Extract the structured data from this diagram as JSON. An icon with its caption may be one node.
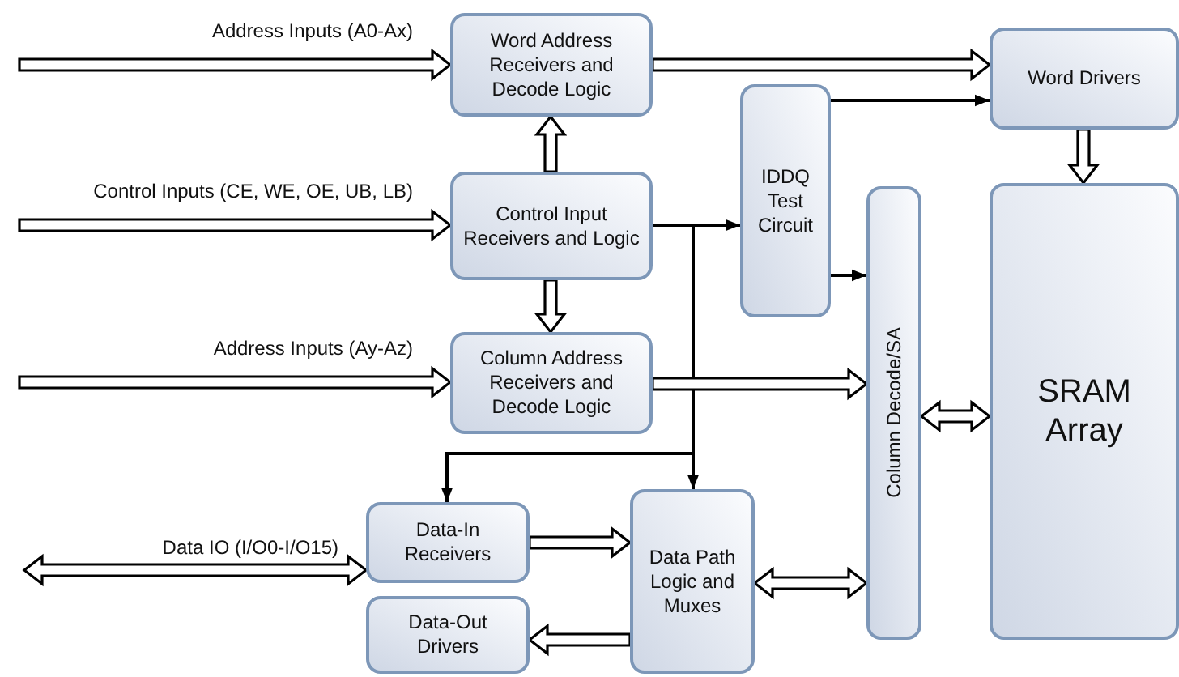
{
  "diagram": {
    "nodes": [
      {
        "text": [
          "Word Address Receivers and Decode Logic"
        ]
      },
      {
        "text": [
          "Word Drivers"
        ]
      },
      {
        "text": [
          "IDDQ Test Circuit"
        ]
      },
      {
        "text": [
          "Control Input Receivers and Logic"
        ]
      },
      {
        "text": [
          "Column Decode/SA"
        ]
      },
      {
        "text": [
          "SRAM Array"
        ]
      },
      {
        "text": [
          "Column Address Receivers and Decode Logic"
        ]
      },
      {
        "text": [
          "Data-In Receivers"
        ]
      },
      {
        "text": [
          "Data Path Logic and Muxes"
        ]
      },
      {
        "text": [
          "Data-Out Drivers"
        ]
      }
    ],
    "edges": [
      {
        "from": null,
        "to": 0,
        "arrow": "to",
        "label": "Address Inputs (A0-Ax)",
        "style": "thick"
      },
      {
        "from": null,
        "to": 3,
        "arrow": "to",
        "label": "Control Inputs (CE, WE, OE, UB, LB)",
        "style": "thick"
      },
      {
        "from": null,
        "to": 6,
        "arrow": "to",
        "label": "Address Inputs (Ay-Az)",
        "style": "thick"
      },
      {
        "from": null,
        "to": 7,
        "arrow": "both",
        "label": "Data IO (I/O0-I/O15)",
        "style": "thick"
      },
      {
        "from": 3,
        "to": 0,
        "arrow": "to",
        "style": "thick"
      },
      {
        "from": 3,
        "to": 6,
        "arrow": "to",
        "style": "thick"
      },
      {
        "from": 0,
        "to": 1,
        "arrow": "to",
        "style": "thick"
      },
      {
        "from": 2,
        "to": 1,
        "arrow": "to"
      },
      {
        "from": 3,
        "to": 2,
        "arrow": "to"
      },
      {
        "from": 3,
        "to": 7,
        "arrow": "to"
      },
      {
        "from": 3,
        "to": 8,
        "arrow": "to"
      },
      {
        "from": 2,
        "to": 4,
        "arrow": "to"
      },
      {
        "from": 6,
        "to": 4,
        "arrow": "to",
        "style": "thick"
      },
      {
        "from": 1,
        "to": 5,
        "arrow": "to",
        "style": "thick"
      },
      {
        "from": 4,
        "to": 5,
        "arrow": "both",
        "style": "thick"
      },
      {
        "from": 7,
        "to": 8,
        "arrow": "to",
        "style": "thick"
      },
      {
        "from": 8,
        "to": 9,
        "arrow": "to",
        "style": "thick"
      },
      {
        "from": 8,
        "to": 4,
        "arrow": "both",
        "style": "thick"
      }
    ]
  }
}
